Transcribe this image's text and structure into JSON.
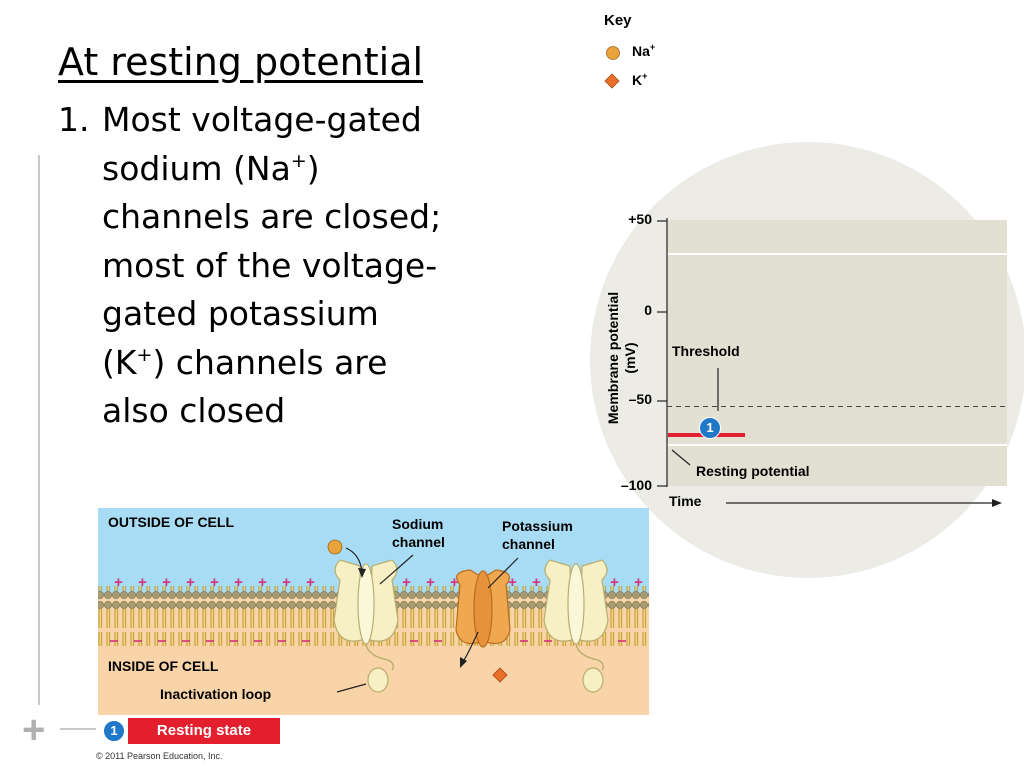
{
  "slide": {
    "title": "At resting potential",
    "bullet_number": "1.",
    "bullet_lines": [
      {
        "pre": "Most voltage-gated"
      },
      {
        "pre": "sodium (Na",
        "sup": "+",
        "post": ")"
      },
      {
        "pre": "channels are closed;"
      },
      {
        "pre": "most of the voltage-"
      },
      {
        "pre": "gated potassium"
      },
      {
        "pre": "(K",
        "sup": "+",
        "post": ") channels are"
      },
      {
        "pre": "also closed"
      }
    ]
  },
  "key": {
    "title": "Key",
    "items": [
      {
        "label": "Na",
        "sup": "+",
        "icon": "sodium-ion-icon",
        "color": "#e8a33a"
      },
      {
        "label": "K",
        "sup": "+",
        "icon": "potassium-ion-icon",
        "color": "#e8702a"
      }
    ]
  },
  "graph": {
    "ylabel_line1": "Membrane potential",
    "ylabel_line2": "(mV)",
    "xlabel": "Time",
    "ticks": [
      "+50",
      "0",
      "–50",
      "–100"
    ],
    "threshold_label": "Threshold",
    "resting_label": "Resting potential",
    "step_number": "1",
    "threshold_mv": -55,
    "resting_mv": -70,
    "resting_color": "#e31e2d"
  },
  "membrane": {
    "outside_label": "OUTSIDE OF CELL",
    "inside_label": "INSIDE OF CELL",
    "sodium_channel_line1": "Sodium",
    "sodium_channel_line2": "channel",
    "potassium_channel_line1": "Potassium",
    "potassium_channel_line2": "channel",
    "inactivation_loop_label": "Inactivation loop",
    "outside_color": "#a8dcf4",
    "inside_color": "#f8d4a8"
  },
  "state": {
    "step_number": "1",
    "label": "Resting state"
  },
  "copyright": "© 2011 Pearson Education, Inc."
}
